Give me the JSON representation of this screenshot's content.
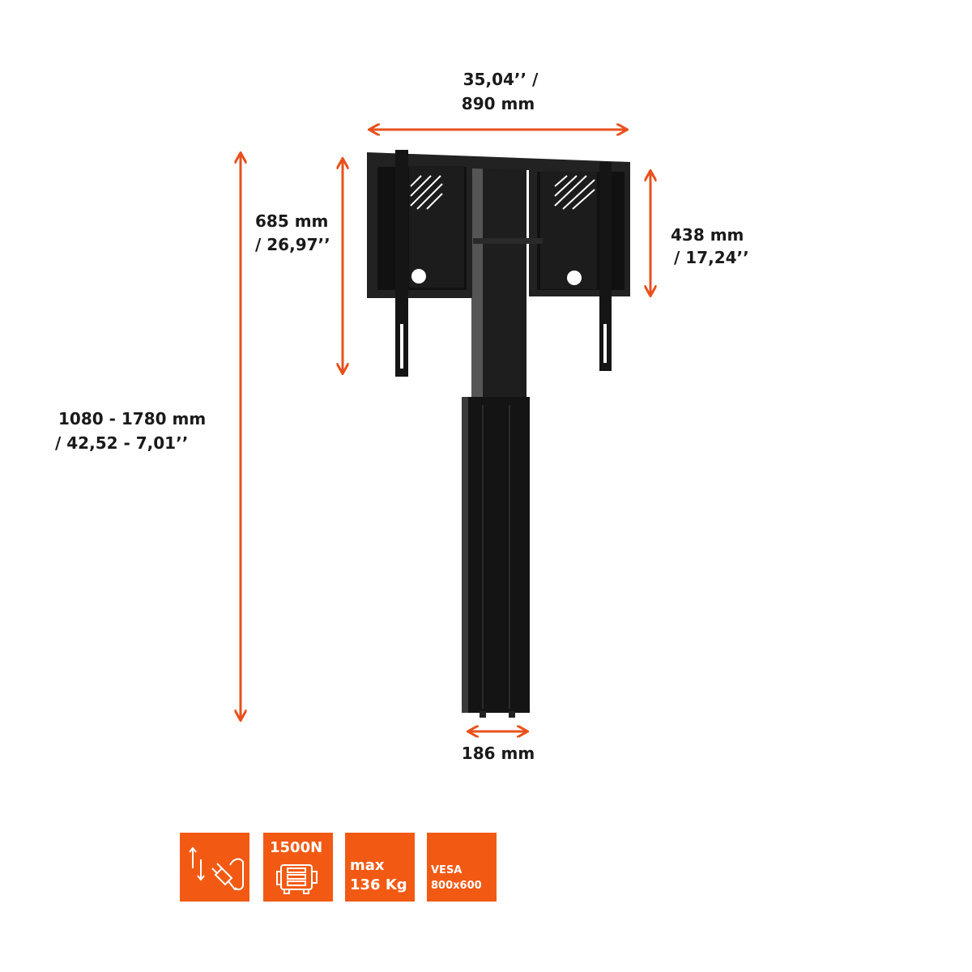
{
  "colors": {
    "accent": "#f25a14",
    "arrow": "#e8501c",
    "product": "#1b1b1b"
  },
  "dimensions": {
    "width": {
      "line1": "35,04’’ /",
      "line2": "890 mm"
    },
    "bracket_height": {
      "line1": "685 mm",
      "line2": "/ 26,97’’"
    },
    "panel_height": {
      "line1": "438 mm",
      "line2": "/ 17,24’’"
    },
    "total_height": {
      "line1": "1080 - 1780 mm",
      "line2": "/ 42,52 - 7,01’’"
    },
    "column_width": {
      "line1": "186 mm"
    }
  },
  "badges": [
    {
      "icon": "motor-up-down-plug-icon"
    },
    {
      "title": "1500N",
      "icon": "motor-icon"
    },
    {
      "line1": "max",
      "line2": "136 Kg"
    },
    {
      "line1": "VESA",
      "line2": "800x600"
    }
  ]
}
